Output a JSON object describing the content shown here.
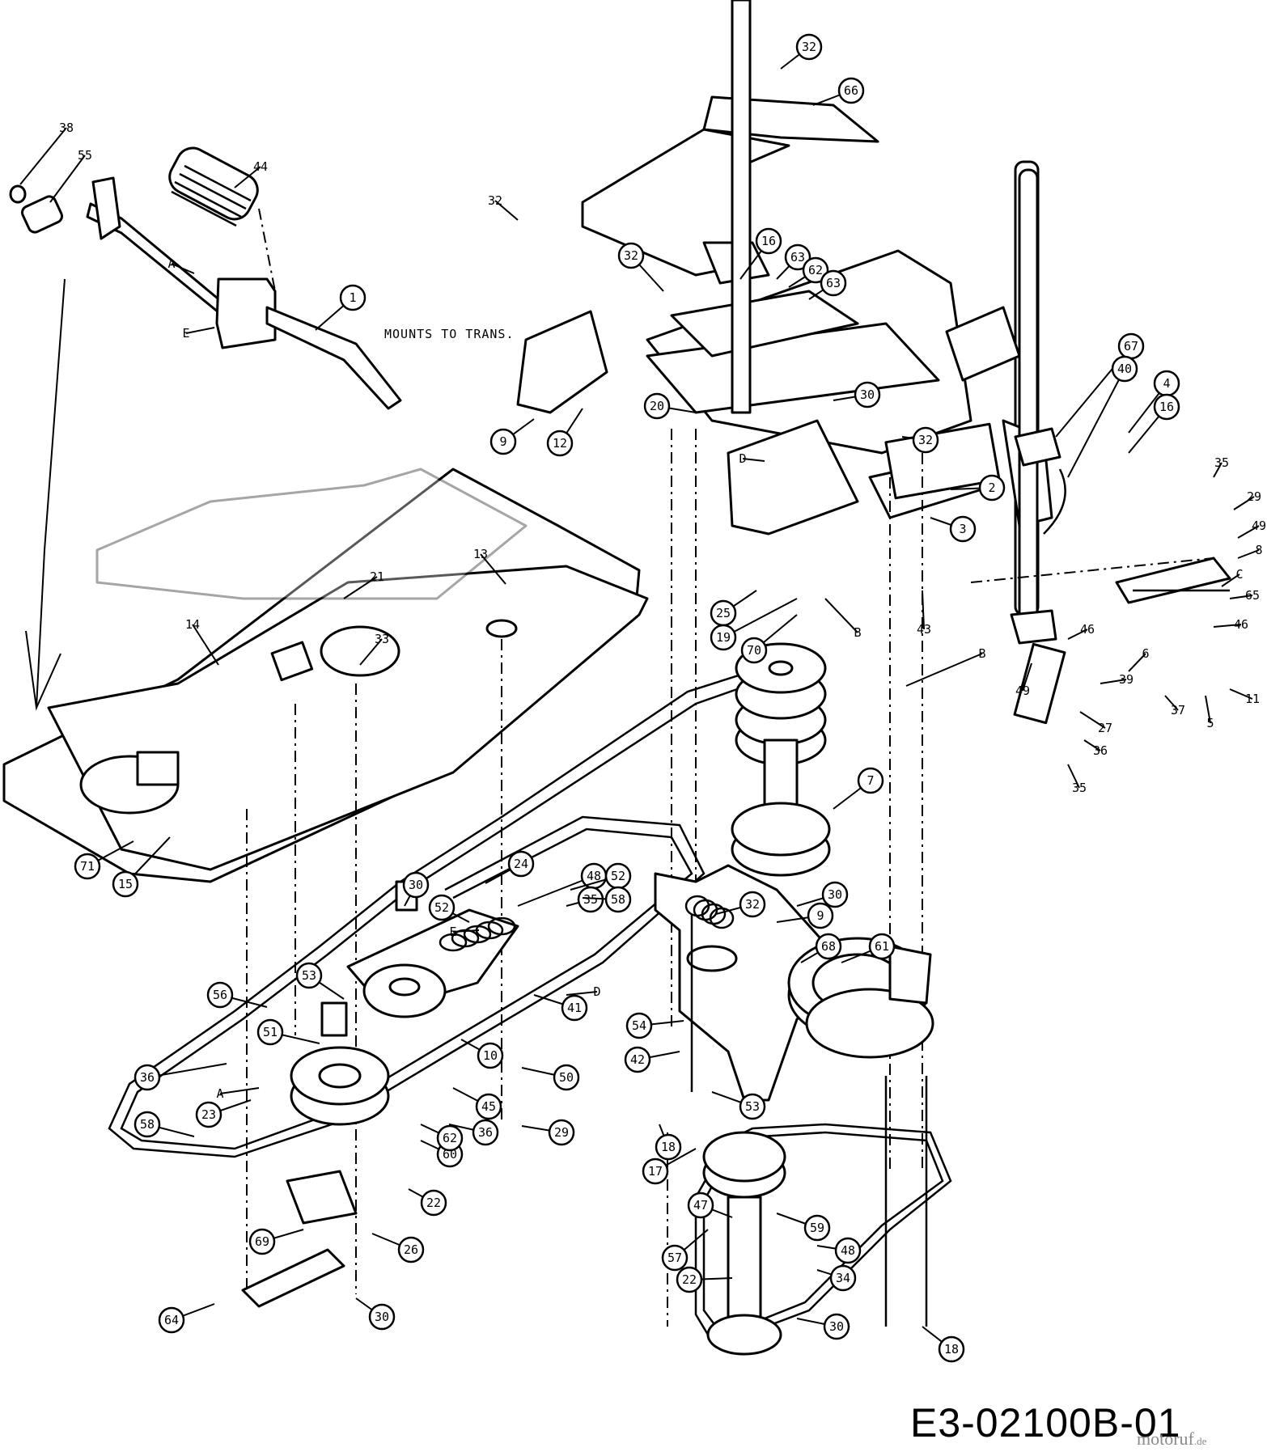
{
  "diagram": {
    "code": "E3-02100B-01",
    "note": "MOUNTS TO TRANS.",
    "watermark": "motoruf",
    "watermark_suffix": ".de",
    "callouts": [
      {
        "id": "c1",
        "text": "38",
        "circled": false
      },
      {
        "id": "c2",
        "text": "55",
        "circled": false
      },
      {
        "id": "c3",
        "text": "44",
        "circled": false
      },
      {
        "id": "c4",
        "text": "A",
        "circled": false
      },
      {
        "id": "c5",
        "text": "E",
        "circled": false
      },
      {
        "id": "c6",
        "text": "1",
        "circled": true
      },
      {
        "id": "c7",
        "text": "32",
        "circled": true
      },
      {
        "id": "c8",
        "text": "66",
        "circled": true
      },
      {
        "id": "c9",
        "text": "32",
        "circled": false
      },
      {
        "id": "c10",
        "text": "32",
        "circled": true
      },
      {
        "id": "c11",
        "text": "16",
        "circled": true
      },
      {
        "id": "c12",
        "text": "63",
        "circled": true
      },
      {
        "id": "c13",
        "text": "62",
        "circled": true
      },
      {
        "id": "c14",
        "text": "63",
        "circled": true
      },
      {
        "id": "c15",
        "text": "67",
        "circled": true
      },
      {
        "id": "c16",
        "text": "40",
        "circled": true
      },
      {
        "id": "c17",
        "text": "4",
        "circled": true
      },
      {
        "id": "c18",
        "text": "16",
        "circled": true
      },
      {
        "id": "c19",
        "text": "9",
        "circled": true
      },
      {
        "id": "c20",
        "text": "12",
        "circled": true
      },
      {
        "id": "c21",
        "text": "20",
        "circled": true
      },
      {
        "id": "c22",
        "text": "30",
        "circled": true
      },
      {
        "id": "c23",
        "text": "32",
        "circled": true
      },
      {
        "id": "c24",
        "text": "D",
        "circled": false
      },
      {
        "id": "c25",
        "text": "2",
        "circled": true
      },
      {
        "id": "c26",
        "text": "3",
        "circled": true
      },
      {
        "id": "c27",
        "text": "35",
        "circled": false
      },
      {
        "id": "c28",
        "text": "29",
        "circled": false
      },
      {
        "id": "c29",
        "text": "49",
        "circled": false
      },
      {
        "id": "c30",
        "text": "8",
        "circled": false
      },
      {
        "id": "c31",
        "text": "C",
        "circled": false
      },
      {
        "id": "c32",
        "text": "65",
        "circled": false
      },
      {
        "id": "c33",
        "text": "46",
        "circled": false
      },
      {
        "id": "c34",
        "text": "46",
        "circled": false
      },
      {
        "id": "c35",
        "text": "6",
        "circled": false
      },
      {
        "id": "c36",
        "text": "49",
        "circled": false
      },
      {
        "id": "c37",
        "text": "39",
        "circled": false
      },
      {
        "id": "c38",
        "text": "37",
        "circled": false
      },
      {
        "id": "c39",
        "text": "5",
        "circled": false
      },
      {
        "id": "c40",
        "text": "11",
        "circled": false
      },
      {
        "id": "c41",
        "text": "27",
        "circled": false
      },
      {
        "id": "c42",
        "text": "36",
        "circled": false
      },
      {
        "id": "c43",
        "text": "35",
        "circled": false
      },
      {
        "id": "c44",
        "text": "25",
        "circled": true
      },
      {
        "id": "c45",
        "text": "19",
        "circled": true
      },
      {
        "id": "c46",
        "text": "70",
        "circled": true
      },
      {
        "id": "c47",
        "text": "B",
        "circled": false
      },
      {
        "id": "c48",
        "text": "43",
        "circled": false
      },
      {
        "id": "c49",
        "text": "B",
        "circled": false
      },
      {
        "id": "c50",
        "text": "13",
        "circled": false
      },
      {
        "id": "c51",
        "text": "21",
        "circled": false
      },
      {
        "id": "c52",
        "text": "14",
        "circled": false
      },
      {
        "id": "c53",
        "text": "33",
        "circled": false
      },
      {
        "id": "c54",
        "text": "71",
        "circled": true
      },
      {
        "id": "c55",
        "text": "15",
        "circled": true
      },
      {
        "id": "c56",
        "text": "7",
        "circled": true
      },
      {
        "id": "c57",
        "text": "24",
        "circled": true
      },
      {
        "id": "c58",
        "text": "30",
        "circled": true
      },
      {
        "id": "c59",
        "text": "52",
        "circled": true
      },
      {
        "id": "c60",
        "text": "E",
        "circled": false
      },
      {
        "id": "c61",
        "text": "48",
        "circled": true
      },
      {
        "id": "c62",
        "text": "52",
        "circled": true
      },
      {
        "id": "c63",
        "text": "35",
        "circled": true
      },
      {
        "id": "c64",
        "text": "58",
        "circled": true
      },
      {
        "id": "c65",
        "text": "32",
        "circled": true
      },
      {
        "id": "c66",
        "text": "30",
        "circled": true
      },
      {
        "id": "c67",
        "text": "9",
        "circled": true
      },
      {
        "id": "c68",
        "text": "68",
        "circled": true
      },
      {
        "id": "c69",
        "text": "61",
        "circled": true
      },
      {
        "id": "c70",
        "text": "53",
        "circled": true
      },
      {
        "id": "c71",
        "text": "D",
        "circled": false
      },
      {
        "id": "c72",
        "text": "41",
        "circled": true
      },
      {
        "id": "c73",
        "text": "56",
        "circled": true
      },
      {
        "id": "c74",
        "text": "51",
        "circled": true
      },
      {
        "id": "c75",
        "text": "10",
        "circled": true
      },
      {
        "id": "c76",
        "text": "54",
        "circled": true
      },
      {
        "id": "c77",
        "text": "42",
        "circled": true
      },
      {
        "id": "c78",
        "text": "50",
        "circled": true
      },
      {
        "id": "c79",
        "text": "36",
        "circled": true
      },
      {
        "id": "c80",
        "text": "A",
        "circled": false
      },
      {
        "id": "c81",
        "text": "23",
        "circled": true
      },
      {
        "id": "c82",
        "text": "45",
        "circled": true
      },
      {
        "id": "c83",
        "text": "58",
        "circled": true
      },
      {
        "id": "c84",
        "text": "36",
        "circled": true
      },
      {
        "id": "c85",
        "text": "29",
        "circled": true
      },
      {
        "id": "c86",
        "text": "60",
        "circled": true
      },
      {
        "id": "c87",
        "text": "62",
        "circled": true
      },
      {
        "id": "c88",
        "text": "53",
        "circled": true
      },
      {
        "id": "c89",
        "text": "18",
        "circled": true
      },
      {
        "id": "c90",
        "text": "17",
        "circled": true
      },
      {
        "id": "c91",
        "text": "22",
        "circled": true
      },
      {
        "id": "c92",
        "text": "47",
        "circled": true
      },
      {
        "id": "c93",
        "text": "59",
        "circled": true
      },
      {
        "id": "c94",
        "text": "48",
        "circled": true
      },
      {
        "id": "c95",
        "text": "69",
        "circled": true
      },
      {
        "id": "c96",
        "text": "26",
        "circled": true
      },
      {
        "id": "c97",
        "text": "57",
        "circled": true
      },
      {
        "id": "c98",
        "text": "34",
        "circled": true
      },
      {
        "id": "c99",
        "text": "22",
        "circled": true
      },
      {
        "id": "c100",
        "text": "30",
        "circled": true
      },
      {
        "id": "c101",
        "text": "64",
        "circled": true
      },
      {
        "id": "c102",
        "text": "30",
        "circled": true
      },
      {
        "id": "c103",
        "text": "18",
        "circled": true
      }
    ]
  }
}
